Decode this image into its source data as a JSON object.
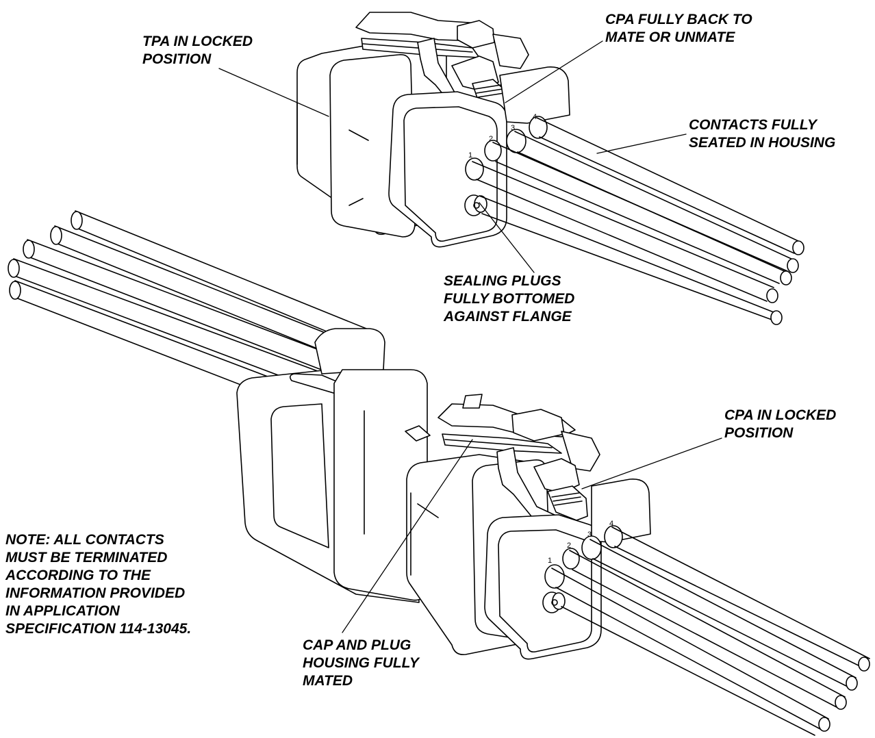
{
  "labels": {
    "tpa_locked": [
      "TPA IN LOCKED",
      "POSITION"
    ],
    "cpa_back": [
      "CPA FULLY BACK TO",
      "MATE OR UNMATE"
    ],
    "contacts_seated": [
      "CONTACTS FULLY",
      "SEATED IN HOUSING"
    ],
    "sealing_plugs": [
      "SEALING PLUGS",
      "FULLY BOTTOMED",
      "AGAINST FLANGE"
    ],
    "cpa_locked": [
      "CPA IN LOCKED",
      "POSITION"
    ],
    "note": [
      "NOTE: ALL CONTACTS",
      "MUST BE TERMINATED",
      "ACCORDING TO THE",
      "INFORMATION PROVIDED",
      "IN APPLICATION",
      "SPECIFICATION 114-13045."
    ],
    "cap_plug_mated": [
      "CAP AND PLUG",
      "HOUSING FULLY",
      "MATED"
    ]
  },
  "pin_numbers": {
    "top": [
      "1",
      "2",
      "3",
      "4"
    ],
    "bottom": [
      "1",
      "2",
      "3",
      "4"
    ]
  }
}
